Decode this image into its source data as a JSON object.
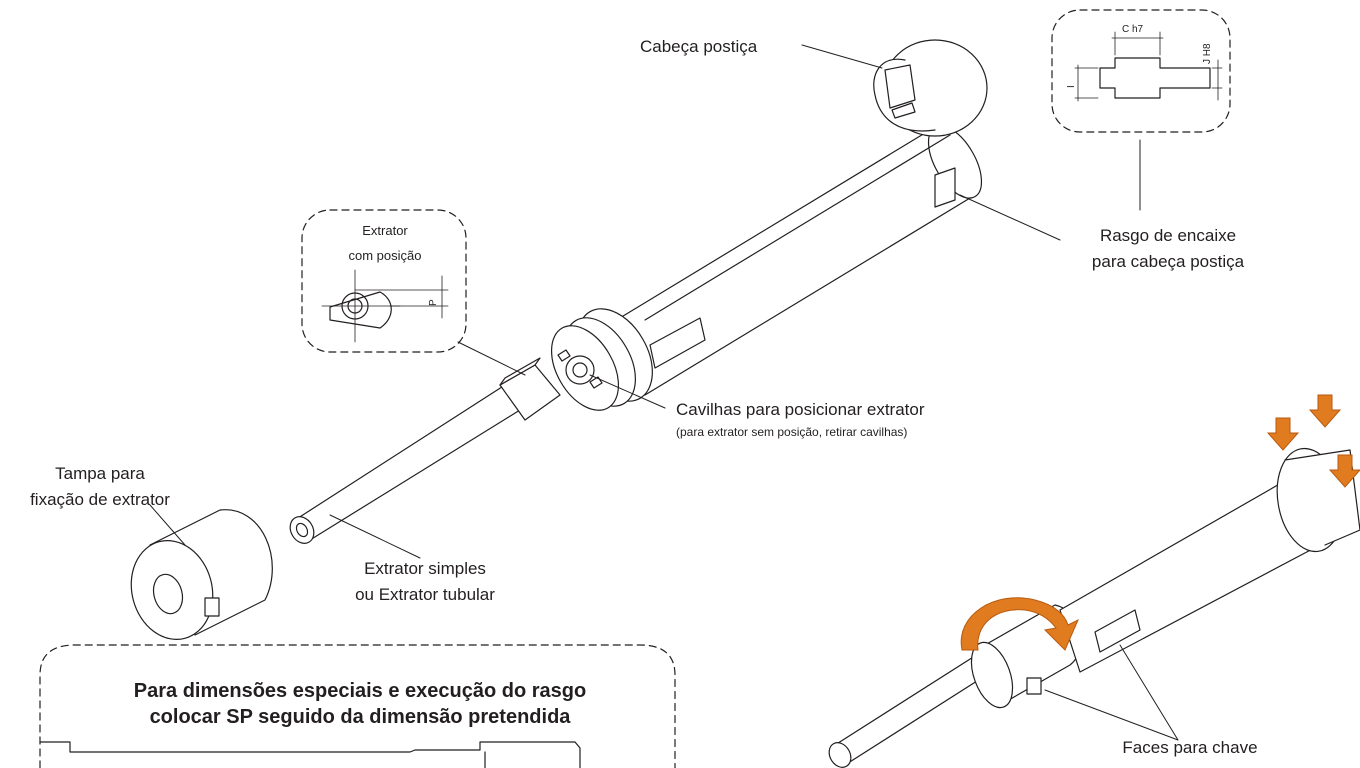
{
  "labels": {
    "cabeca_posticia": "Cabeça postiça",
    "rasgo_line1": "Rasgo de encaixe",
    "rasgo_line2": "para cabeça postiça",
    "extrator_pos_line1": "Extrator",
    "extrator_pos_line2": "com posição",
    "cavilhas_main": "Cavilhas para posicionar extrator",
    "cavilhas_sub": "(para extrator sem posição, retirar cavilhas)",
    "tampa_line1": "Tampa para",
    "tampa_line2": "fixação de extrator",
    "extrator_simples_line1": "Extrator simples",
    "extrator_simples_line2": "ou Extrator tubular",
    "faces_chave": "Faces para chave",
    "special_line1": "Para dimensões especiais e execução do rasgo",
    "special_line2": "colocar SP seguido da dimensão pretendida"
  },
  "dimensions": {
    "c_h7": "C h7",
    "j_h8": "J H8",
    "i": "I",
    "p": "P"
  },
  "colors": {
    "line": "#231f20",
    "arrow_orange": "#e07b1f",
    "arrow_orange_dark": "#b85a10"
  },
  "icons": {
    "rotation": "curved-rotation-arrow-icon",
    "press": "down-arrow-icon"
  }
}
